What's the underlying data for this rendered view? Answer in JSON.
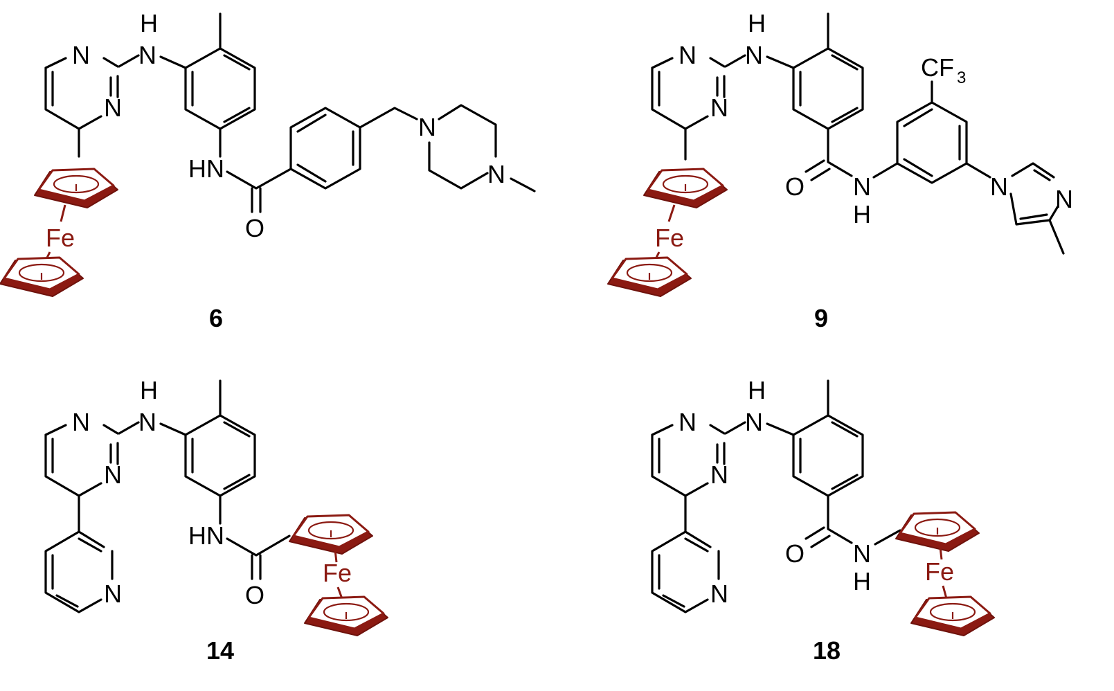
{
  "atoms": {
    "N": "N",
    "H": "H",
    "HN": "HN",
    "O": "O",
    "Fe": "Fe",
    "CF": "CF",
    "sub3": "3"
  },
  "compounds": [
    {
      "label": "6"
    },
    {
      "label": "9"
    },
    {
      "label": "14"
    },
    {
      "label": "18"
    }
  ],
  "colors": {
    "bond": "#000000",
    "ferrocene": "#8b1a12",
    "background": "#ffffff"
  }
}
